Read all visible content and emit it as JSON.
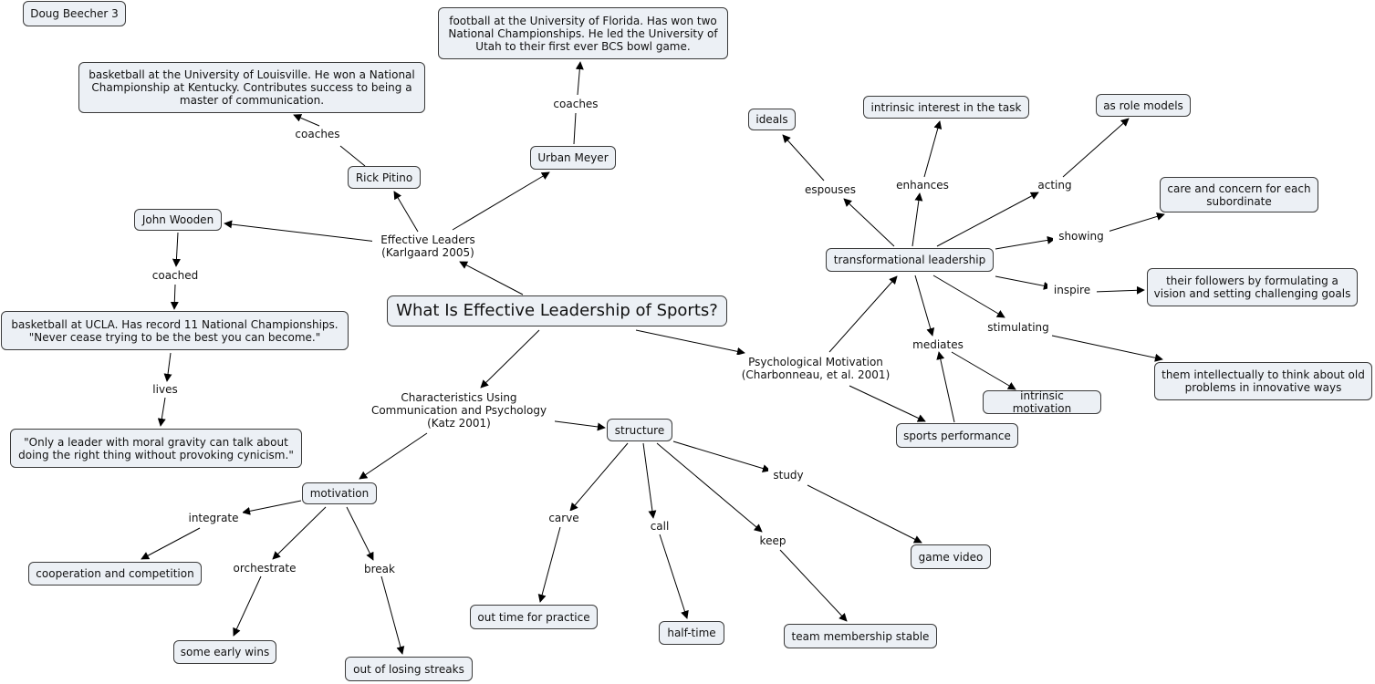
{
  "nodes": {
    "author": "Doug Beecher 3",
    "main": "What Is Effective Leadership of Sports?",
    "john_wooden": "John Wooden",
    "rick_pitino": "Rick Pitino",
    "urban_meyer": "Urban Meyer",
    "pitino_desc": "basketball at the University of Louisville.  He won a National Championship at Kentucky.  Contributes success to being a master of communication.",
    "meyer_desc": "football at the University of Florida.  Has won two National Championships.  He led the University of Utah to their first ever BCS bowl game.",
    "wooden_desc": "basketball at UCLA.  Has record 11 National Championships. \"Never cease trying to be the best you can become.\"",
    "wooden_quote": "\"Only a leader with moral gravity can talk about doing the right thing without provoking cynicism.\"",
    "motivation": "motivation",
    "structure": "structure",
    "cooperation": "cooperation and competition",
    "early_wins": "some early wins",
    "losing_streaks": "out of losing streaks",
    "practice": "out time for practice",
    "half_time": "half-time",
    "team_membership": "team membership stable",
    "game_video": "game video",
    "transformational": "transformational leadership",
    "ideals": "ideals",
    "intrinsic_interest": "intrinsic interest in the task",
    "role_models": "as role models",
    "care_concern": "care and concern for each subordinate",
    "followers_vision": "their followers by formulating a vision and setting challenging goals",
    "intellectually": "them intellectually to think about old problems in innovative ways",
    "intrinsic_motivation": "intrinsic motivation",
    "sports_performance": "sports performance"
  },
  "labels": {
    "effective_leaders": "Effective Leaders\n(Karlgaard 2005)",
    "characteristics": "Characteristics Using\nCommunication and Psychology\n(Katz 2001)",
    "psych_motivation": "Psychological Motivation\n(Charbonneau, et al. 2001)",
    "coaches_pitino": "coaches",
    "coaches_meyer": "coaches",
    "coached": "coached",
    "lives": "lives",
    "integrate": "integrate",
    "orchestrate": "orchestrate",
    "break": "break",
    "carve": "carve",
    "call": "call",
    "keep": "keep",
    "study": "study",
    "espouses": "espouses",
    "enhances": "enhances",
    "acting": "acting",
    "showing": "showing",
    "inspire": "inspire",
    "stimulating": "stimulating",
    "mediates": "mediates"
  },
  "colors": {
    "node_fill": "#ecf0f5",
    "node_border": "#3a3a3a",
    "edge": "#000000"
  }
}
